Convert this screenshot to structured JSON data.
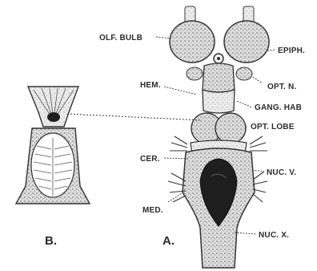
{
  "figure": {
    "panel_a_label": "A.",
    "panel_b_label": "B.",
    "labels": {
      "olf_bulb": "OLF. BULB",
      "epiph": "EPIPH.",
      "hem": "HEM.",
      "opt_n": "OPT. N.",
      "gang_hab": "GANG. HAB",
      "opt_lobe": "OPT. LOBE",
      "cer": "CER.",
      "nuc_v": "NUC. V.",
      "med": "MED.",
      "nuc_x": "NUC. X."
    }
  }
}
